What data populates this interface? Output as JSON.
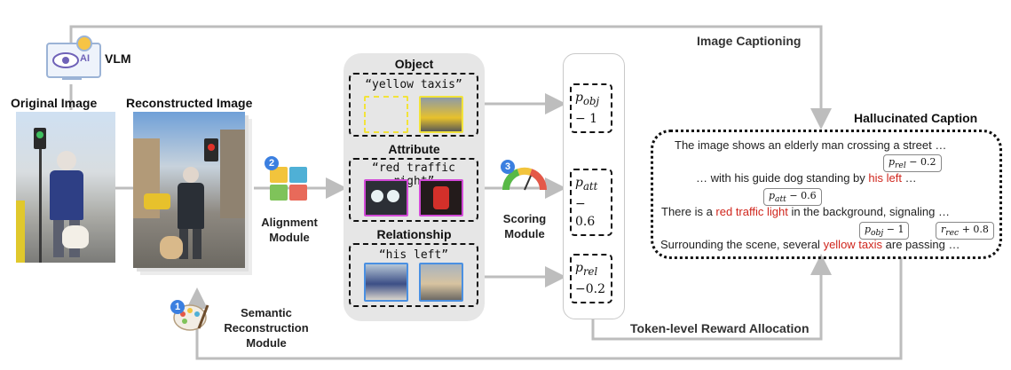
{
  "labels": {
    "vlm": "VLM",
    "ai_badge": "AI",
    "image_captioning": "Image Captioning",
    "original_image": "Original Image",
    "reconstructed_image": "Reconstructed Image",
    "alignment_module": "Alignment\nModule",
    "scoring_module": "Scoring\nModule",
    "semantic_reconstruction_module": "Semantic\nReconstruction\nModule",
    "token_reward": "Token-level Reward Allocation",
    "hallucinated_caption": "Hallucinated Caption"
  },
  "steps": {
    "alignment": "2",
    "scoring": "3",
    "semantic": "1"
  },
  "sections": [
    {
      "title": "Object",
      "phrase": "“yellow taxis”"
    },
    {
      "title": "Attribute",
      "phrase": "“red traffic right”"
    },
    {
      "title": "Relationship",
      "phrase": "“his left”"
    }
  ],
  "scores": [
    {
      "sub": "obj",
      "value": "− 1"
    },
    {
      "sub": "att",
      "value": "− 0.6"
    },
    {
      "sub": "rel",
      "value": "−0.2"
    }
  ],
  "caption": {
    "line1": "The image shows an elderly man crossing a street …",
    "line2_pre": "… with his guide dog standing by ",
    "line2_red": "his left",
    "line2_post": " …",
    "line3_pre": "There is a ",
    "line3_red": "red traffic light",
    "line3_post": " in the background, signaling …",
    "line4_pre": "Surrounding the scene, several ",
    "line4_red": "yellow taxis",
    "line4_post": " are passing …"
  },
  "tags": {
    "rel": {
      "sym": "p",
      "sub": "rel",
      "rest": " − 0.2"
    },
    "att": {
      "sym": "p",
      "sub": "att",
      "rest": " − 0.6"
    },
    "obj": {
      "sym": "p",
      "sub": "obj",
      "rest": " − 1"
    },
    "rec": {
      "sym": "r",
      "sub": "rec",
      "rest": " + 0.8"
    }
  },
  "colors": {
    "flow_arrow": "#bdbdbd",
    "panel": "#e6e6e6",
    "highlight_red": "#d0261d",
    "object_box_yellow": "#f2e33a",
    "attribute_box_magenta": "#d24ad8",
    "relationship_box_blue": "#4a90e2",
    "step_badge_blue": "#3b7fe0"
  }
}
